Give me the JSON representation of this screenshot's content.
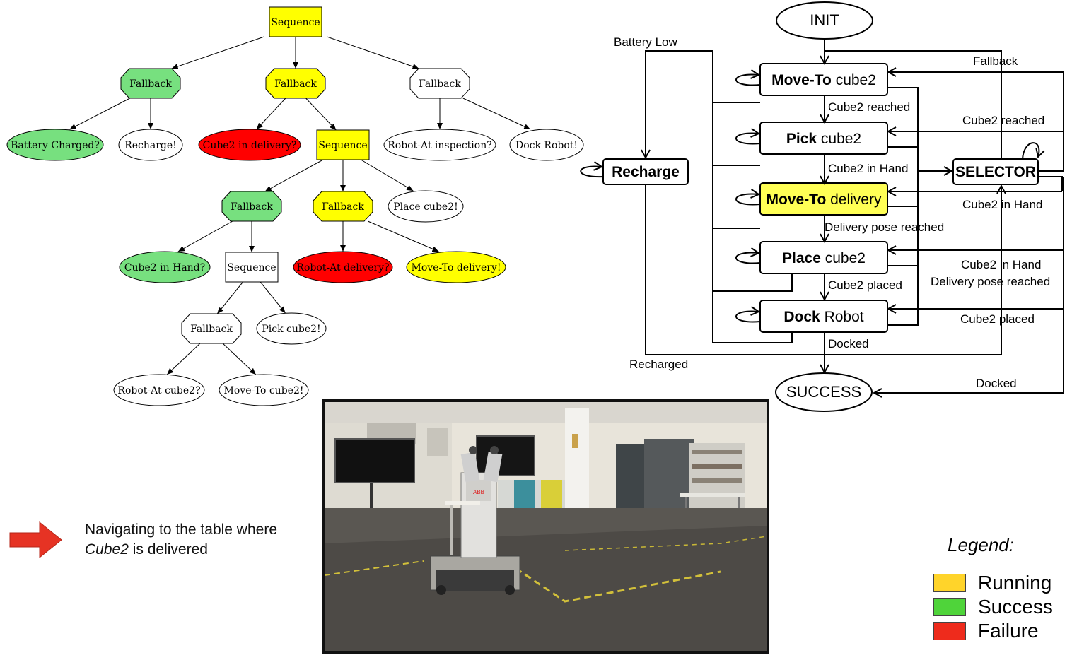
{
  "behavior_tree": {
    "nodes": [
      {
        "id": "root",
        "label": "Sequence",
        "shape": "box",
        "status": "running"
      },
      {
        "id": "fb1",
        "label": "Fallback",
        "shape": "octagon",
        "status": "success"
      },
      {
        "id": "fb2",
        "label": "Fallback",
        "shape": "octagon",
        "status": "running"
      },
      {
        "id": "fb3",
        "label": "Fallback",
        "shape": "octagon",
        "status": "idle"
      },
      {
        "id": "battery",
        "label": "Battery Charged?",
        "shape": "ellipse",
        "status": "success"
      },
      {
        "id": "recharge",
        "label": "Recharge!",
        "shape": "ellipse",
        "status": "idle"
      },
      {
        "id": "cube2delivery",
        "label": "Cube2 in delivery?",
        "shape": "ellipse",
        "status": "failure"
      },
      {
        "id": "seq2",
        "label": "Sequence",
        "shape": "box",
        "status": "running"
      },
      {
        "id": "inspection",
        "label": "Robot-At inspection?",
        "shape": "ellipse",
        "status": "idle"
      },
      {
        "id": "dock",
        "label": "Dock Robot!",
        "shape": "ellipse",
        "status": "idle"
      },
      {
        "id": "fb4",
        "label": "Fallback",
        "shape": "octagon",
        "status": "success"
      },
      {
        "id": "fb5",
        "label": "Fallback",
        "shape": "octagon",
        "status": "running"
      },
      {
        "id": "place",
        "label": "Place cube2!",
        "shape": "ellipse",
        "status": "idle"
      },
      {
        "id": "inhand",
        "label": "Cube2 in Hand?",
        "shape": "ellipse",
        "status": "success"
      },
      {
        "id": "seq3",
        "label": "Sequence",
        "shape": "box",
        "status": "idle"
      },
      {
        "id": "atdelivery",
        "label": "Robot-At delivery?",
        "shape": "ellipse",
        "status": "failure"
      },
      {
        "id": "movetodelivery",
        "label": "Move-To delivery!",
        "shape": "ellipse",
        "status": "running"
      },
      {
        "id": "fb6",
        "label": "Fallback",
        "shape": "octagon",
        "status": "idle"
      },
      {
        "id": "pick",
        "label": "Pick cube2!",
        "shape": "ellipse",
        "status": "idle"
      },
      {
        "id": "atcube2",
        "label": "Robot-At cube2?",
        "shape": "ellipse",
        "status": "idle"
      },
      {
        "id": "movetocube2",
        "label": "Move-To cube2!",
        "shape": "ellipse",
        "status": "idle"
      }
    ],
    "edges": [
      [
        "root",
        "fb1"
      ],
      [
        "root",
        "fb2"
      ],
      [
        "root",
        "fb3"
      ],
      [
        "fb1",
        "battery"
      ],
      [
        "fb1",
        "recharge"
      ],
      [
        "fb2",
        "cube2delivery"
      ],
      [
        "fb2",
        "seq2"
      ],
      [
        "fb3",
        "inspection"
      ],
      [
        "fb3",
        "dock"
      ],
      [
        "seq2",
        "fb4"
      ],
      [
        "seq2",
        "fb5"
      ],
      [
        "seq2",
        "place"
      ],
      [
        "fb4",
        "inhand"
      ],
      [
        "fb4",
        "seq3"
      ],
      [
        "fb5",
        "atdelivery"
      ],
      [
        "fb5",
        "movetodelivery"
      ],
      [
        "seq3",
        "fb6"
      ],
      [
        "seq3",
        "pick"
      ],
      [
        "fb6",
        "atcube2"
      ],
      [
        "fb6",
        "movetocube2"
      ]
    ]
  },
  "state_machine": {
    "init": "INIT",
    "success": "SUCCESS",
    "recharge": "Recharge",
    "selector": "SELECTOR",
    "states": [
      {
        "id": "move_cube2",
        "bold": "Move-To",
        "rest": " cube2",
        "active": false
      },
      {
        "id": "pick",
        "bold": "Pick",
        "rest": " cube2",
        "active": false
      },
      {
        "id": "move_delivery",
        "bold": "Move-To",
        "rest": " delivery",
        "active": true
      },
      {
        "id": "place",
        "bold": "Place",
        "rest": " cube2",
        "active": false
      },
      {
        "id": "dock",
        "bold": "Dock",
        "rest": " Robot",
        "active": false
      }
    ],
    "transition_labels": {
      "battery_low": "Battery Low",
      "fallback": "Fallback",
      "cube2_reached": "Cube2 reached",
      "cube2_in_hand": "Cube2 in Hand",
      "delivery_pose_reached": "Delivery pose reached",
      "cube2_placed": "Cube2 placed",
      "docked": "Docked",
      "recharged": "Recharged",
      "sel_cube2_reached": "Cube2 reached",
      "sel_cube2_in_hand": "Cube2 in Hand",
      "sel_in_hand_2": "Cube2 in Hand",
      "sel_delivery_pose": "Delivery pose reached",
      "sel_cube2_placed": "Cube2 placed",
      "sel_docked": "Docked"
    }
  },
  "caption": {
    "line1": "Navigating to the table where",
    "italic": "Cube2",
    "rest": " is delivered"
  },
  "legend": {
    "title": "Legend:",
    "items": [
      {
        "label": "Running",
        "color": "#ffd42a"
      },
      {
        "label": "Success",
        "color": "#4fd43a"
      },
      {
        "label": "Failure",
        "color": "#ee2b1c"
      }
    ]
  },
  "colors": {
    "running": "#ffff00",
    "success": "#77e07f",
    "failure": "#ff0000",
    "idle": "#ffffff",
    "arrow": "#e63324",
    "active_state": "#ffff55"
  },
  "photo": {
    "robot_badge": "ABB"
  }
}
